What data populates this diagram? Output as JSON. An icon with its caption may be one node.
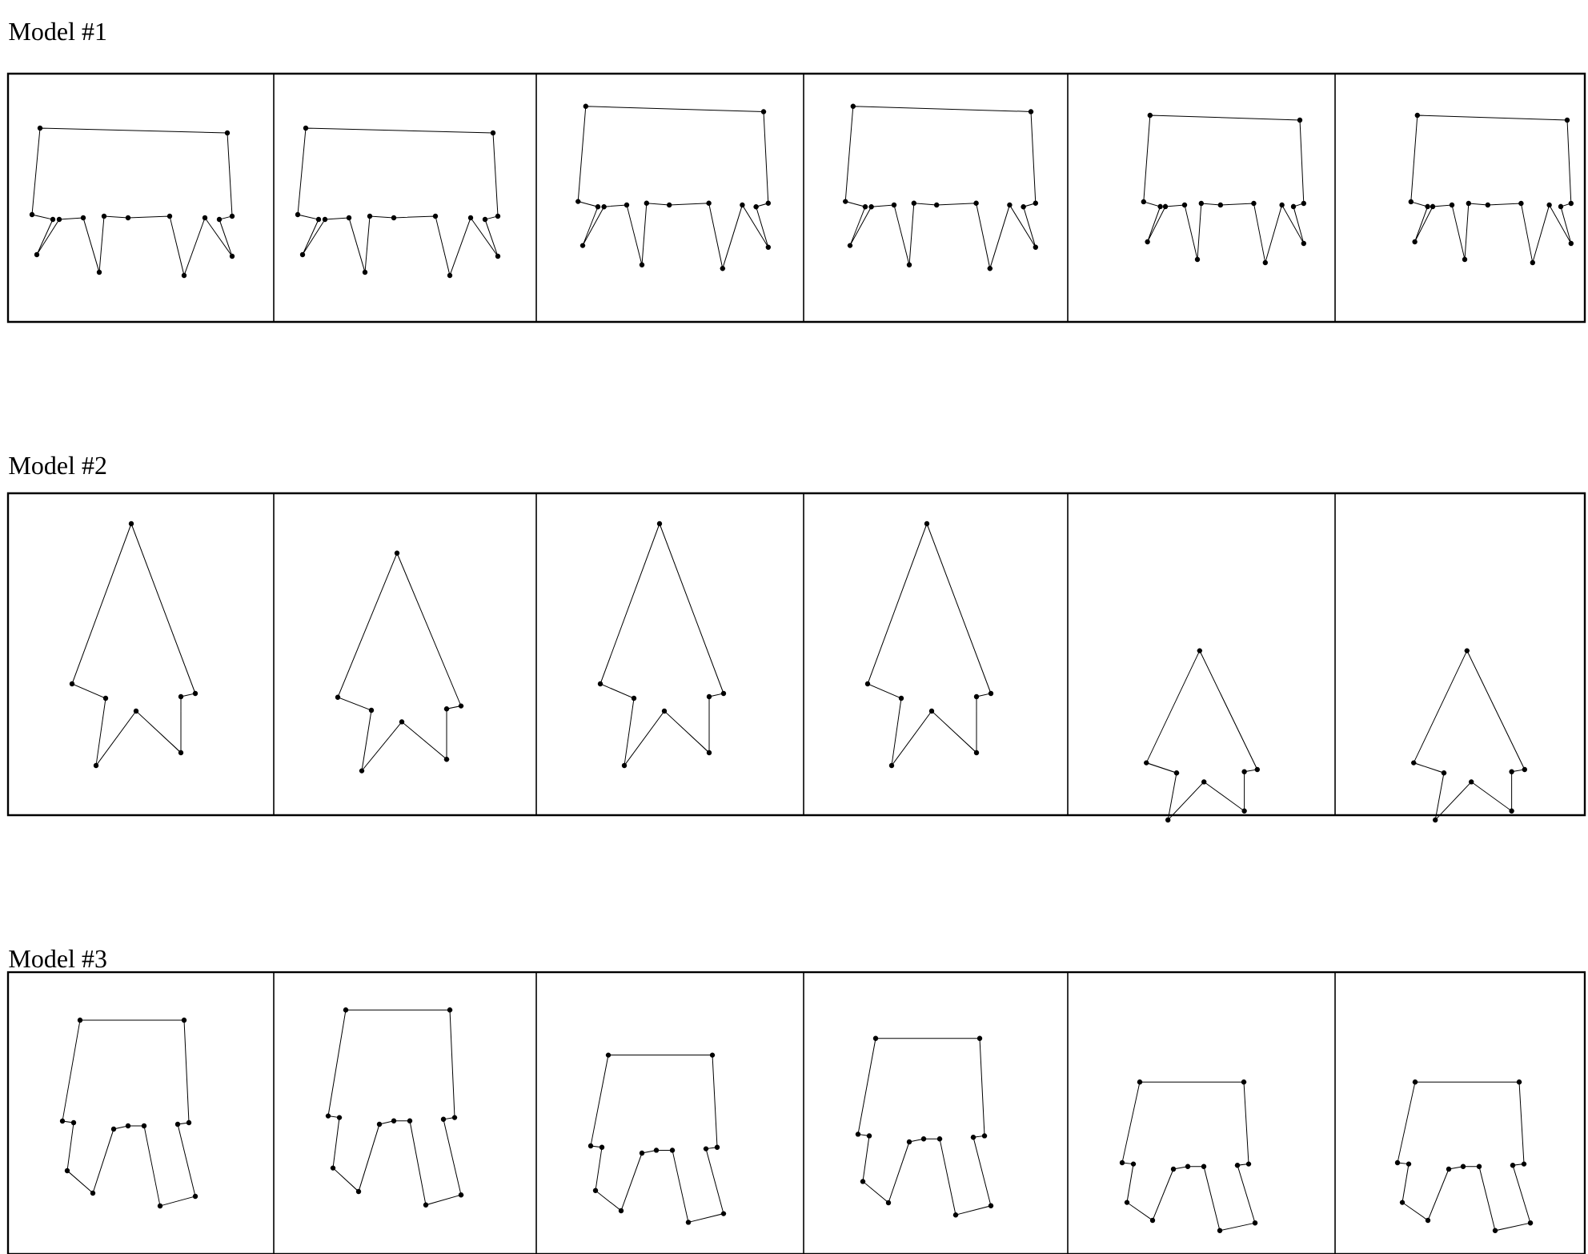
{
  "diagram": {
    "labels": [
      "Model #1",
      "Model #2",
      "Model #3"
    ]
  }
}
